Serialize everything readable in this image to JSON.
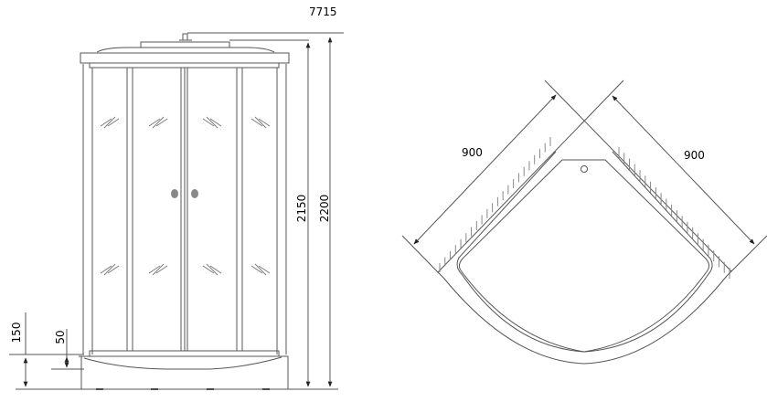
{
  "front_view": {
    "model_label": "7715",
    "dimensions": {
      "height_frame": "2150",
      "height_total": "2200",
      "tray_height": "150",
      "tray_step": "50"
    }
  },
  "plan_view": {
    "dimensions": {
      "width_left": "900",
      "width_right": "900"
    }
  },
  "colors": {
    "line": "#555555",
    "handle": "#888888"
  }
}
